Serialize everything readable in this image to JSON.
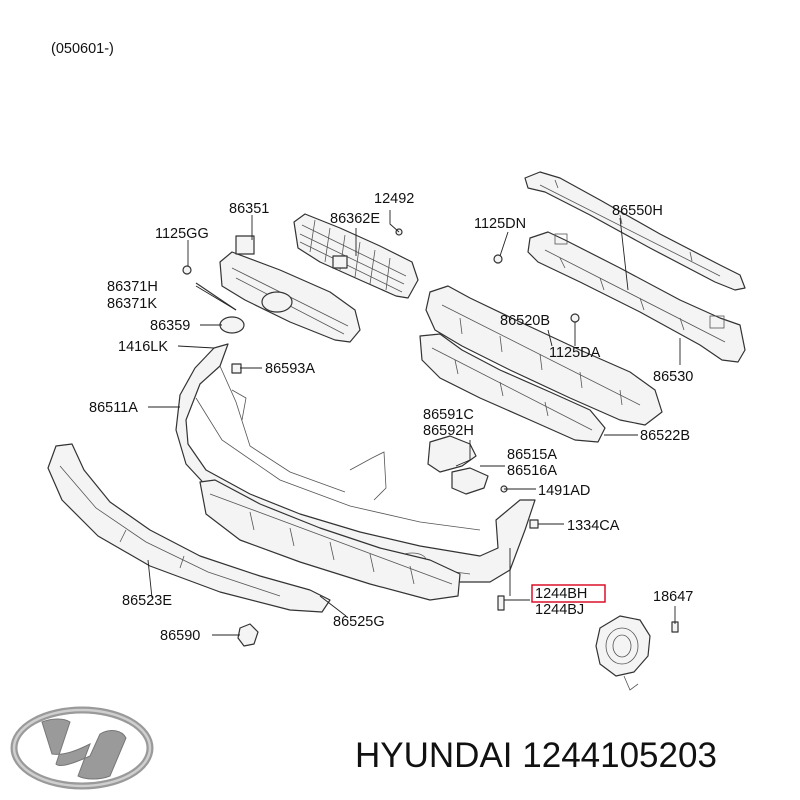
{
  "header": {
    "date_code": "(050601-)"
  },
  "labels": {
    "p86351": "86351",
    "p12492": "12492",
    "p86362E": "86362E",
    "p1125GG": "1125GG",
    "p1125DN": "1125DN",
    "p86550H": "86550H",
    "p86371H": "86371H",
    "p86371K": "86371K",
    "p86359": "86359",
    "p1416LK": "1416LK",
    "p86520B": "86520B",
    "p1125DA": "1125DA",
    "p86530": "86530",
    "p86593A": "86593A",
    "p86511A": "86511A",
    "p86591C": "86591C",
    "p86592H": "86592H",
    "p86522B": "86522B",
    "p86515A": "86515A",
    "p86516A": "86516A",
    "p1491AD": "1491AD",
    "p1334CA": "1334CA",
    "p1244BH": "1244BH",
    "p1244BJ": "1244BJ",
    "p18647": "18647",
    "p86523E": "86523E",
    "p86525G": "86525G",
    "p86590": "86590"
  },
  "highlight": {
    "part": "1244BH",
    "color": "#d9001b"
  },
  "footer": {
    "brand": "HYUNDAI",
    "part_number": "1244105203"
  }
}
